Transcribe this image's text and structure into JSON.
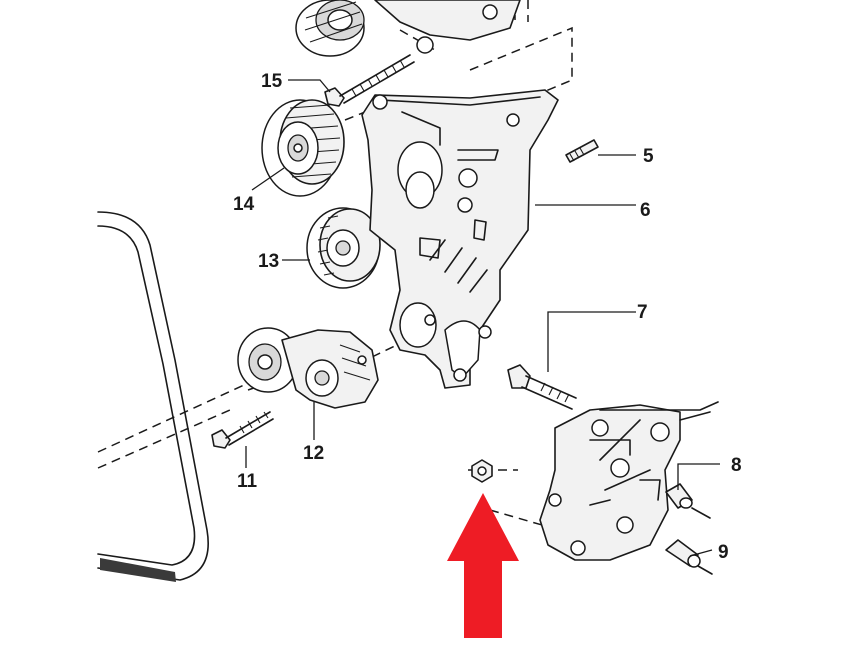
{
  "callouts": {
    "c5": "5",
    "c6": "6",
    "c7": "7",
    "c8": "8",
    "c9": "9",
    "c11": "11",
    "c12": "12",
    "c13": "13",
    "c14": "14",
    "c15": "15"
  },
  "colors": {
    "line": "#1a1a1a",
    "arrow": "#ee1c25",
    "background": "#ffffff"
  }
}
